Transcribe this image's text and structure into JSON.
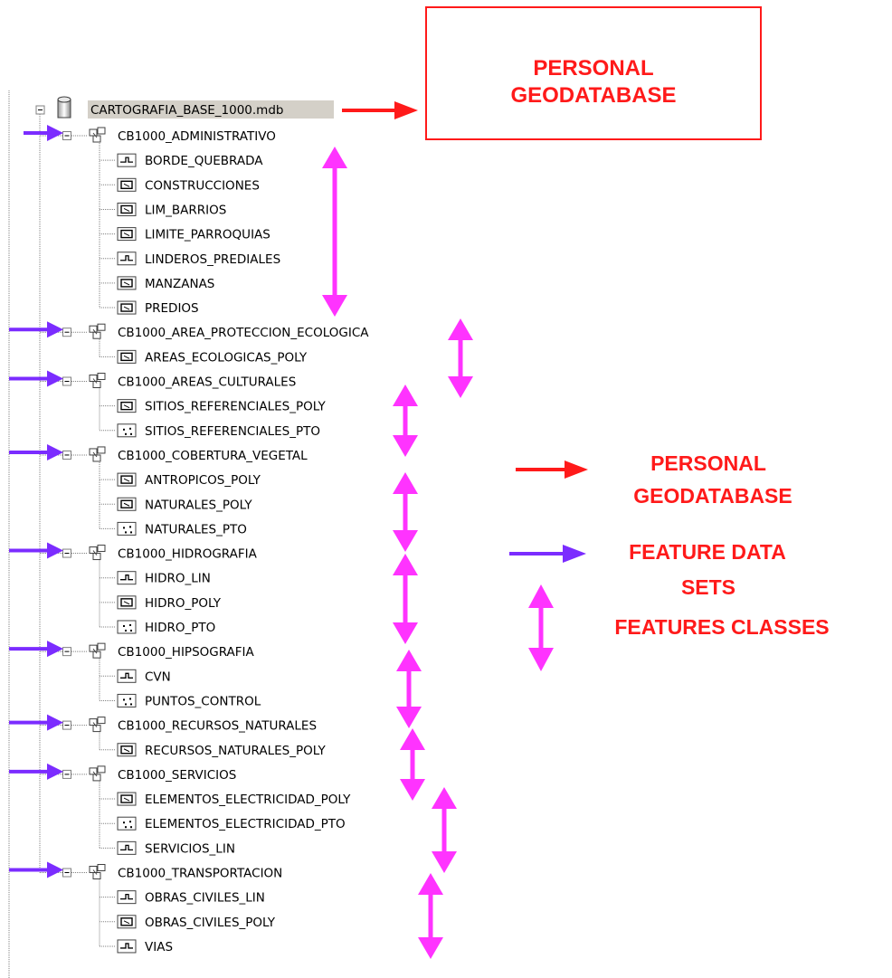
{
  "tree": {
    "root": {
      "label": "CARTOGRAFIA_BASE_1000.mdb",
      "icon": "database-icon"
    },
    "datasets": [
      {
        "label": "CB1000_ADMINISTRATIVO",
        "children": [
          {
            "label": "BORDE_QUEBRADA",
            "kind": "line"
          },
          {
            "label": "CONSTRUCCIONES",
            "kind": "polygon"
          },
          {
            "label": "LIM_BARRIOS",
            "kind": "polygon"
          },
          {
            "label": "LIMITE_PARROQUIAS",
            "kind": "polygon"
          },
          {
            "label": "LINDEROS_PREDIALES",
            "kind": "line"
          },
          {
            "label": "MANZANAS",
            "kind": "polygon"
          },
          {
            "label": "PREDIOS",
            "kind": "polygon"
          }
        ]
      },
      {
        "label": "CB1000_AREA_PROTECCION_ECOLOGICA",
        "children": [
          {
            "label": "AREAS_ECOLOGICAS_POLY",
            "kind": "polygon"
          }
        ]
      },
      {
        "label": "CB1000_AREAS_CULTURALES",
        "children": [
          {
            "label": "SITIOS_REFERENCIALES_POLY",
            "kind": "polygon"
          },
          {
            "label": "SITIOS_REFERENCIALES_PTO",
            "kind": "point"
          }
        ]
      },
      {
        "label": "CB1000_COBERTURA_VEGETAL",
        "children": [
          {
            "label": "ANTROPICOS_POLY",
            "kind": "polygon"
          },
          {
            "label": "NATURALES_POLY",
            "kind": "polygon"
          },
          {
            "label": "NATURALES_PTO",
            "kind": "point"
          }
        ]
      },
      {
        "label": "CB1000_HIDROGRAFIA",
        "children": [
          {
            "label": "HIDRO_LIN",
            "kind": "line"
          },
          {
            "label": "HIDRO_POLY",
            "kind": "polygon"
          },
          {
            "label": "HIDRO_PTO",
            "kind": "point"
          }
        ]
      },
      {
        "label": "CB1000_HIPSOGRAFIA",
        "children": [
          {
            "label": "CVN",
            "kind": "line"
          },
          {
            "label": "PUNTOS_CONTROL",
            "kind": "point"
          }
        ]
      },
      {
        "label": "CB1000_RECURSOS_NATURALES",
        "children": [
          {
            "label": "RECURSOS_NATURALES_POLY",
            "kind": "polygon"
          }
        ]
      },
      {
        "label": "CB1000_SERVICIOS",
        "children": [
          {
            "label": "ELEMENTOS_ELECTRICIDAD_POLY",
            "kind": "polygon"
          },
          {
            "label": "ELEMENTOS_ELECTRICIDAD_PTO",
            "kind": "point"
          },
          {
            "label": "SERVICIOS_LIN",
            "kind": "line"
          }
        ]
      },
      {
        "label": "CB1000_TRANSPORTACION",
        "children": [
          {
            "label": "OBRAS_CIVILES_LIN",
            "kind": "line"
          },
          {
            "label": "OBRAS_CIVILES_POLY",
            "kind": "polygon"
          },
          {
            "label": "VIAS",
            "kind": "line"
          }
        ]
      }
    ]
  },
  "annotations": {
    "callout_box": {
      "line1": "PERSONAL",
      "line2": "GEODATABASE"
    },
    "legend": {
      "personal": {
        "line1": "PERSONAL",
        "line2": "GEODATABASE"
      },
      "datasets": {
        "line1": "FEATURE DATA",
        "line2": "SETS"
      },
      "classes": {
        "line1": "FEATURES CLASSES"
      }
    }
  },
  "colors": {
    "red": "#ff1a1a",
    "purple": "#7b2cff",
    "magenta": "#ff33ff",
    "root_highlight": "#d4d0c8",
    "tree_lines": "#808080"
  }
}
